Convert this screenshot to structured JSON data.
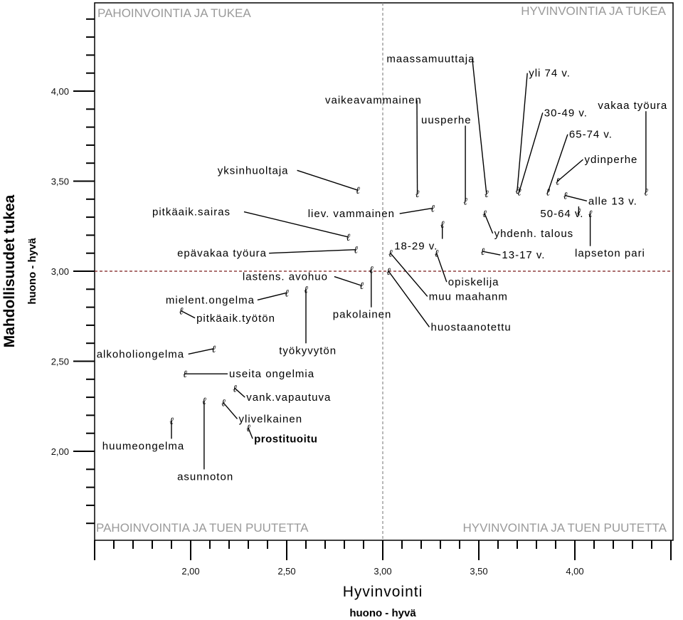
{
  "chart_data": {
    "type": "scatter",
    "xlabel": "Hyvinvointi",
    "xlabel_sub": "huono - hyvä",
    "ylabel": "Mahdollisuudet tukea",
    "ylabel_sub": "huono - hyvä",
    "xlim": [
      1.5,
      4.5
    ],
    "ylim": [
      1.5,
      4.5
    ],
    "x_ticks": [
      2.0,
      2.5,
      3.0,
      3.5,
      4.0
    ],
    "x_tick_labels": [
      "2,00",
      "2,50",
      "3,00",
      "3,50",
      "4,00"
    ],
    "y_ticks": [
      2.0,
      2.5,
      3.0,
      3.5,
      4.0
    ],
    "y_tick_labels": [
      "2,00",
      "2,50",
      "3,00",
      "3,50",
      "4,00"
    ],
    "reference_lines": {
      "x": 3.0,
      "y": 3.0
    },
    "quadrants": {
      "top_left": "PAHOINVOINTIA JA TUKEA",
      "top_right": "HYVINVOINTIA JA TUKEA",
      "bottom_left": "PAHOINVOINTIA JA TUEN PUUTETTA",
      "bottom_right": "HYVINVOINTIA JA TUEN PUUTETTA"
    },
    "marker_symbol": "ℓ",
    "points": [
      {
        "label": "maassamuuttaja",
        "x": 3.54,
        "y": 3.43,
        "lx": 3.02,
        "ly": 4.18
      },
      {
        "label": "yli 74 v.",
        "x": 3.7,
        "y": 3.45,
        "lx": 3.76,
        "ly": 4.1
      },
      {
        "label": "vaikeavammainen",
        "x": 3.18,
        "y": 3.43,
        "lx": 2.7,
        "ly": 3.95
      },
      {
        "label": "30-49 v.",
        "x": 3.71,
        "y": 3.44,
        "lx": 3.84,
        "ly": 3.88
      },
      {
        "label": "vakaa työura",
        "x": 4.37,
        "y": 3.44,
        "lx": 4.12,
        "ly": 3.92
      },
      {
        "label": "uusperhe",
        "x": 3.43,
        "y": 3.39,
        "lx": 3.2,
        "ly": 3.84
      },
      {
        "label": "65-74 v.",
        "x": 3.86,
        "y": 3.44,
        "lx": 3.97,
        "ly": 3.76
      },
      {
        "label": "ydinperhe",
        "x": 3.91,
        "y": 3.5,
        "lx": 4.05,
        "ly": 3.62
      },
      {
        "label": "yksinhuoltaja",
        "x": 2.87,
        "y": 3.45,
        "lx": 2.14,
        "ly": 3.56
      },
      {
        "label": "alle 13 v.",
        "x": 3.95,
        "y": 3.42,
        "lx": 4.07,
        "ly": 3.39
      },
      {
        "label": "pitkäaik.sairas",
        "x": 2.82,
        "y": 3.19,
        "lx": 1.8,
        "ly": 3.33
      },
      {
        "label": "liev. vammainen",
        "x": 3.26,
        "y": 3.35,
        "lx": 2.61,
        "ly": 3.32
      },
      {
        "label": "50-64 v.",
        "x": 4.02,
        "y": 3.33,
        "lx": 3.82,
        "ly": 3.32
      },
      {
        "label": "yhdenh. talous",
        "x": 3.53,
        "y": 3.32,
        "lx": 3.58,
        "ly": 3.21
      },
      {
        "label": "18-29 v.",
        "x": 3.31,
        "y": 3.26,
        "lx": 3.06,
        "ly": 3.14
      },
      {
        "label": "epävakaa työura",
        "x": 2.86,
        "y": 3.12,
        "lx": 1.93,
        "ly": 3.1
      },
      {
        "label": "13-17 v.",
        "x": 3.52,
        "y": 3.11,
        "lx": 3.62,
        "ly": 3.09
      },
      {
        "label": "lapseton pari",
        "x": 4.08,
        "y": 3.32,
        "lx": 4.0,
        "ly": 3.1
      },
      {
        "label": "opiskelija",
        "x": 3.28,
        "y": 3.1,
        "lx": 3.34,
        "ly": 2.94
      },
      {
        "label": "lastens. avohuo",
        "x": 2.89,
        "y": 2.92,
        "lx": 2.27,
        "ly": 2.97
      },
      {
        "label": "muu maahanm",
        "x": 3.04,
        "y": 3.1,
        "lx": 3.24,
        "ly": 2.86
      },
      {
        "label": "mielent.ongelma",
        "x": 2.5,
        "y": 2.88,
        "lx": 1.87,
        "ly": 2.84
      },
      {
        "label": "pitkäaik.työtön",
        "x": 1.95,
        "y": 2.78,
        "lx": 2.03,
        "ly": 2.74
      },
      {
        "label": "pakolainen",
        "x": 2.94,
        "y": 3.01,
        "lx": 2.74,
        "ly": 2.76
      },
      {
        "label": "huostaanotettu",
        "x": 3.03,
        "y": 3.0,
        "lx": 3.25,
        "ly": 2.69
      },
      {
        "label": "työkyvytön",
        "x": 2.6,
        "y": 2.9,
        "lx": 2.46,
        "ly": 2.56
      },
      {
        "label": "alkoholiongelma",
        "x": 2.12,
        "y": 2.57,
        "lx": 1.51,
        "ly": 2.54
      },
      {
        "label": "useita ongelmia",
        "x": 1.97,
        "y": 2.43,
        "lx": 2.2,
        "ly": 2.43
      },
      {
        "label": "vank.vapautuva",
        "x": 2.23,
        "y": 2.35,
        "lx": 2.29,
        "ly": 2.3
      },
      {
        "label": "ylivelkainen",
        "x": 2.17,
        "y": 2.27,
        "lx": 2.25,
        "ly": 2.18
      },
      {
        "label": "prostituoitu",
        "x": 2.3,
        "y": 2.13,
        "lx": 2.33,
        "ly": 2.07,
        "bold": true
      },
      {
        "label": "huumeongelma",
        "x": 1.9,
        "y": 2.17,
        "lx": 1.54,
        "ly": 2.03
      },
      {
        "label": "asunnoton",
        "x": 2.07,
        "y": 2.28,
        "lx": 1.93,
        "ly": 1.86
      }
    ]
  }
}
